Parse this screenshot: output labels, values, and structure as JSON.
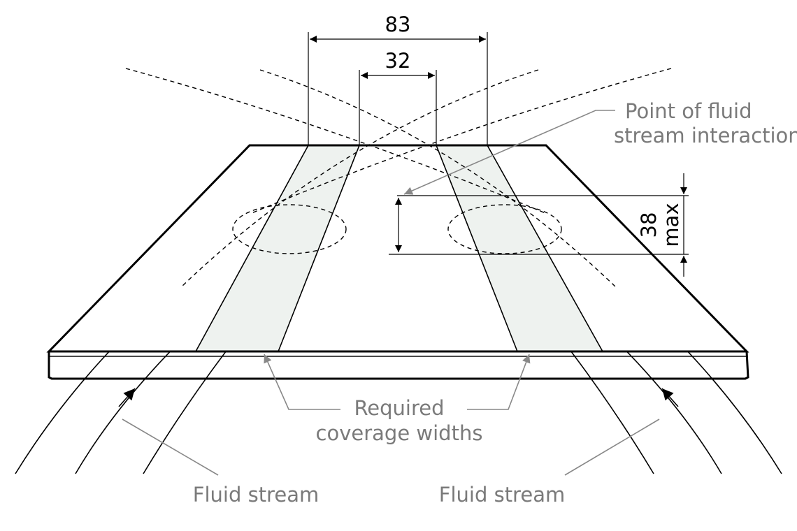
{
  "dimensions": {
    "outer_width": "83",
    "inner_width": "32",
    "height_value": "38",
    "height_qualifier": "max"
  },
  "labels": {
    "interaction_line1": "Point of fluid",
    "interaction_line2": "stream interaction",
    "coverage_line1": "Required",
    "coverage_line2": "coverage widths",
    "fluid_left": "Fluid stream",
    "fluid_right": "Fluid stream"
  },
  "colors": {
    "line": "#000000",
    "annotation": "#7a7a7a",
    "coverage_band_fill": "#eef2ef"
  }
}
